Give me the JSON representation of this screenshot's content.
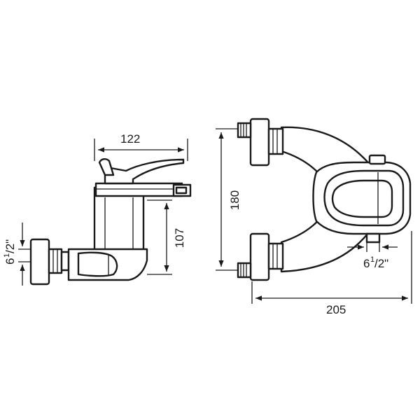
{
  "dimensions": {
    "side_width": "122",
    "side_height": "107",
    "inlet_left_whole": "6",
    "inlet_left_num": "1",
    "inlet_left_den": "/2\"",
    "front_height": "180",
    "front_width": "205",
    "inlet_right_whole": "6",
    "inlet_right_num": "1",
    "inlet_right_den": "/2\""
  }
}
